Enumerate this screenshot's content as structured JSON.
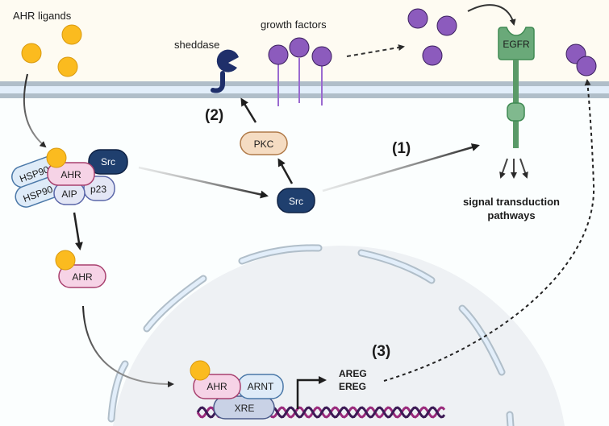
{
  "labels": {
    "ahr_ligands": "AHR ligands",
    "sheddase": "sheddase",
    "growth_factors": "growth factors",
    "egfr": "EGFR",
    "pkc": "PKC",
    "src_complex": "Src",
    "src_free": "Src",
    "step1": "(1)",
    "step2": "(2)",
    "step3": "(3)",
    "signal_line1": "signal transduction",
    "signal_line2": "pathways",
    "hsp90_a": "HSP90",
    "hsp90_b": "HSP90",
    "ahr_complex": "AHR",
    "aip": "AIP",
    "p23": "p23",
    "ahr_free": "AHR",
    "ahr_nuclear": "AHR",
    "arnt": "ARNT",
    "xre": "XRE",
    "areg": "AREG",
    "ereg": "EREG"
  },
  "colors": {
    "extracellular": "#fefbf2",
    "cytoplasm": "#fbfefe",
    "membrane_outer": "#b0bec9",
    "membrane_inner": "#e2eefa",
    "nucleus": "#eef1f4",
    "ligand": "#fbbb1f",
    "growth_factor": "#8c5bbd",
    "egfr": "#6aa979",
    "src": "#1f3f6e",
    "pkc": "#f5dcc2",
    "ahr": "#f6d3e6",
    "hsp90": "#deebf8",
    "dna_a": "#9a2b7c",
    "dna_b": "#3c1a55"
  }
}
